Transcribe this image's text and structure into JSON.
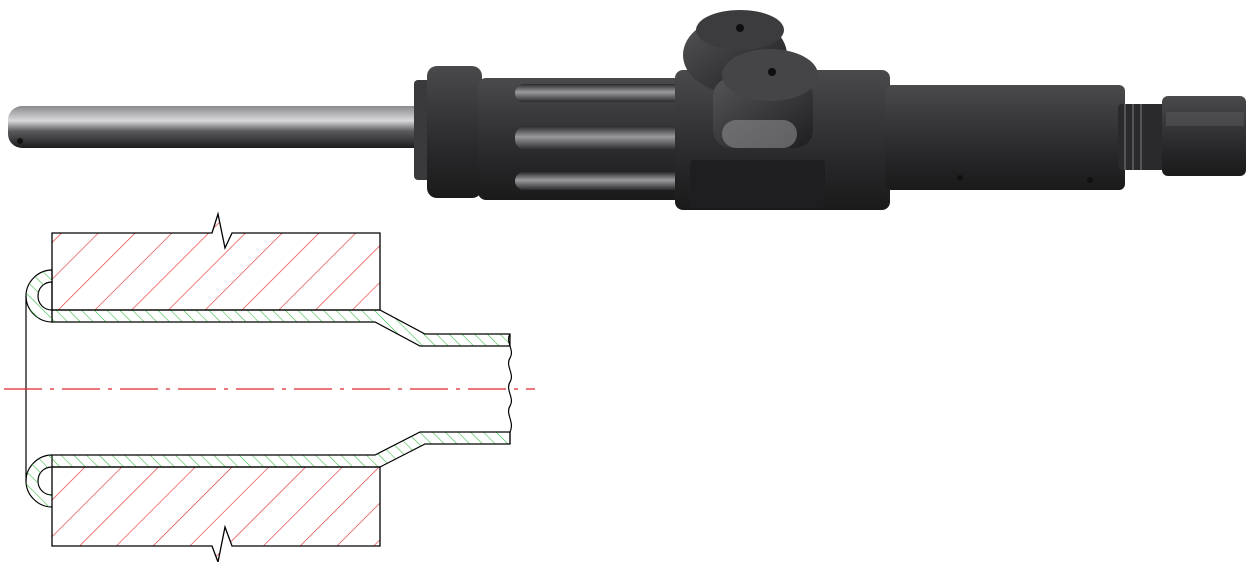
{
  "colors": {
    "background": "#ffffff",
    "tool_body": "#2b2b2c",
    "tool_highlight": "#6a6a6c",
    "outline": "#000000",
    "hatch_section": "#e0262a",
    "hatch_tube": "#2fb83a",
    "centerline": "#e0262a"
  },
  "tool_photo": {
    "parts": [
      "pilot-shaft",
      "collar",
      "roller-cage",
      "rollers",
      "yoke-block",
      "swivel-rollers",
      "body",
      "drive-sleeve",
      "hex-nut"
    ]
  },
  "cross_section": {
    "components": [
      "tube-sheet-section",
      "expanded-tube-wall",
      "flared-tube-end",
      "centerline",
      "break-lines"
    ]
  }
}
